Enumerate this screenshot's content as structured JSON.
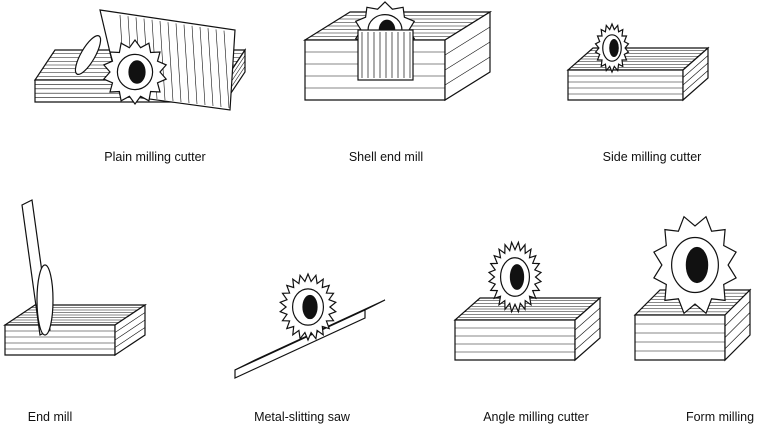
{
  "figures": [
    {
      "label": "Plain milling cutter"
    },
    {
      "label": "Shell end mill"
    },
    {
      "label": "Side milling cutter"
    },
    {
      "label": "End mill"
    },
    {
      "label": "Metal-slitting saw"
    },
    {
      "label": "Angle milling cutter"
    },
    {
      "label": "Form milling"
    }
  ],
  "colors": {
    "ink": "#111111",
    "background": "#ffffff"
  }
}
